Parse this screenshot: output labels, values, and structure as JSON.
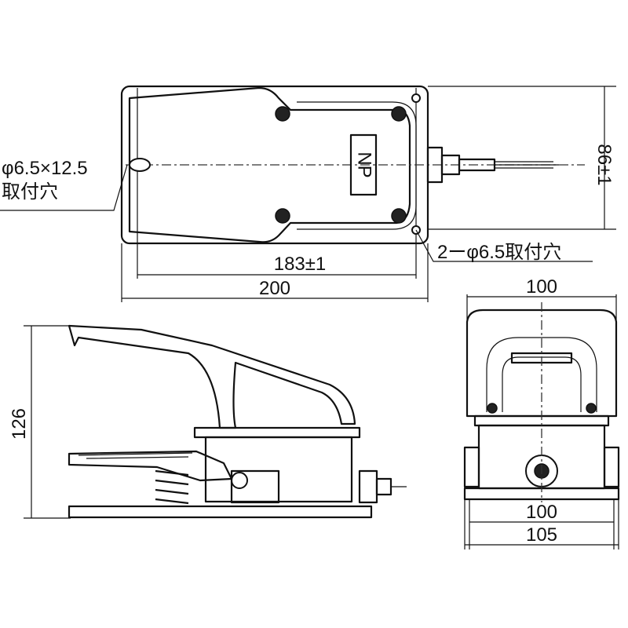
{
  "top_view": {
    "slot_label": "φ6.5×12.5",
    "slot_label_2": "取付穴",
    "nameplate": "NP",
    "height_dim": "86±1",
    "holes_label": "2ーφ6.5取付穴",
    "hole_pitch_dim": "183±1",
    "length_dim": "200"
  },
  "side_view": {
    "height_dim": "126"
  },
  "front_view": {
    "top_width_dim": "100",
    "base_width_dim": "100",
    "overall_width_dim": "105"
  }
}
